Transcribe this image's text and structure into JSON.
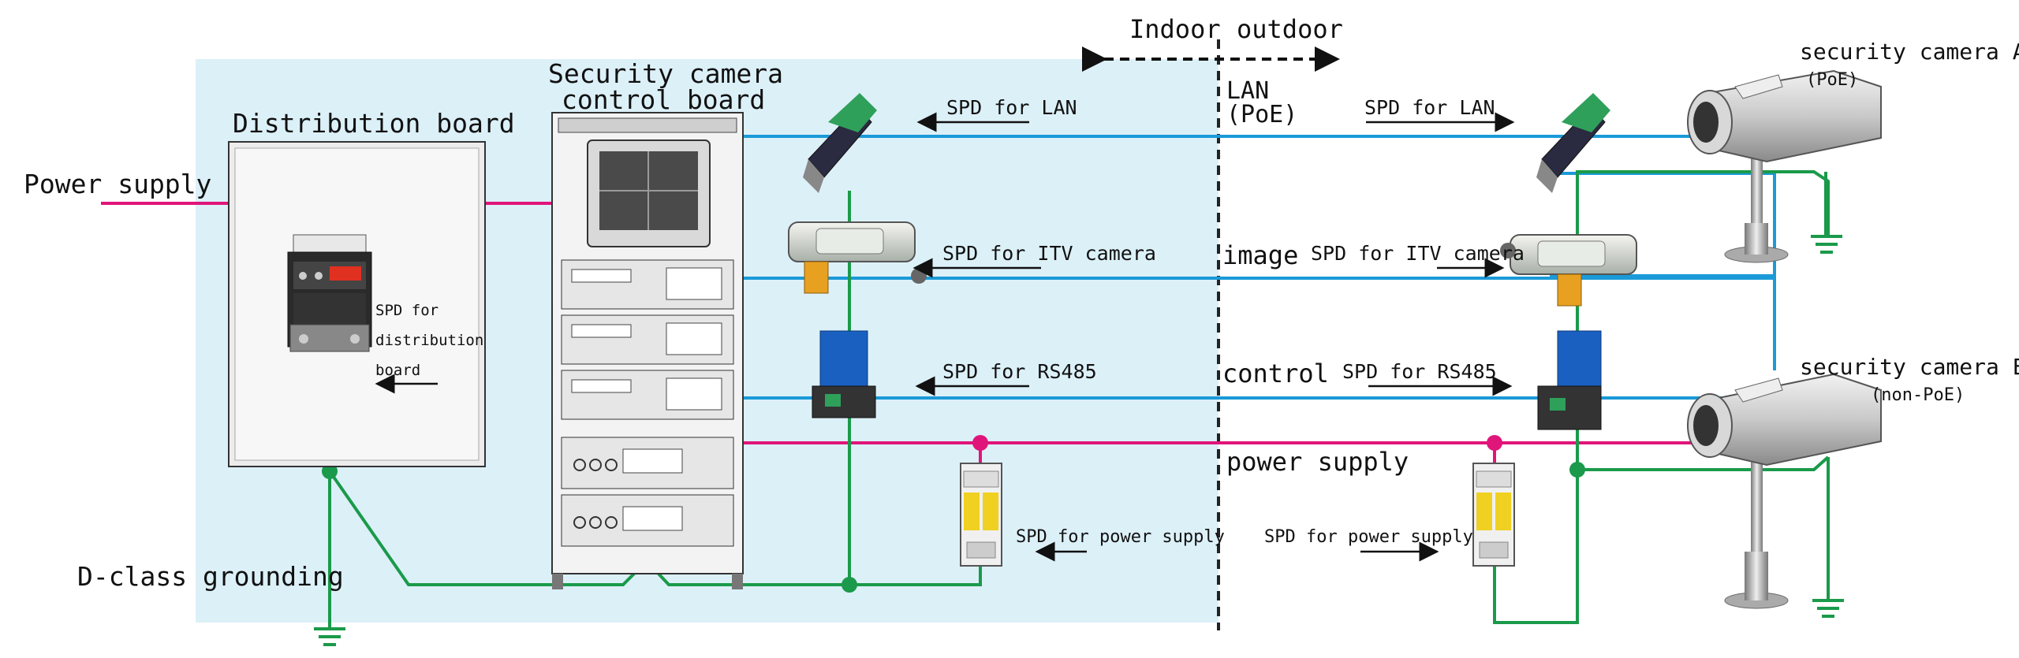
{
  "labels": {
    "indoor": "Indoor",
    "outdoor": "outdoor",
    "distribution_board": "Distribution board",
    "control_board_line1": "Security camera",
    "control_board_line2": "control board",
    "power_supply_left": "Power supply",
    "d_class_grounding": "D-class grounding",
    "spd_distribution_line1": "SPD for",
    "spd_distribution_line2": "distribution",
    "spd_distribution_line3": "board",
    "spd_lan_left": "SPD for LAN",
    "spd_itv_left": "SPD for ITV camera",
    "spd_rs485_left": "SPD for RS485",
    "spd_power_left": "SPD for power supply",
    "spd_lan_right": "SPD for LAN",
    "spd_itv_right": "SPD for ITV camera",
    "spd_rs485_right": "SPD for RS485",
    "spd_power_right": "SPD for power supply",
    "lan_line1": "LAN",
    "lan_line2": "(PoE)",
    "image": "image",
    "control": "control",
    "power_supply_right": "power supply",
    "camera_a_line1": "security camera A",
    "camera_a_line2": "(PoE)",
    "camera_b_line1": "security camera E",
    "camera_b_line2": "(non-PoE)"
  },
  "colors": {
    "indoor_area": "#dcf0f8",
    "power_line": "#e0157a",
    "signal_line": "#1a9ad8",
    "ground_line": "#1a9a4a",
    "divider": "#222222"
  },
  "icons": {
    "ground": "ground-symbol-icon",
    "arrow": "arrow-icon",
    "camera": "security-camera-icon"
  }
}
